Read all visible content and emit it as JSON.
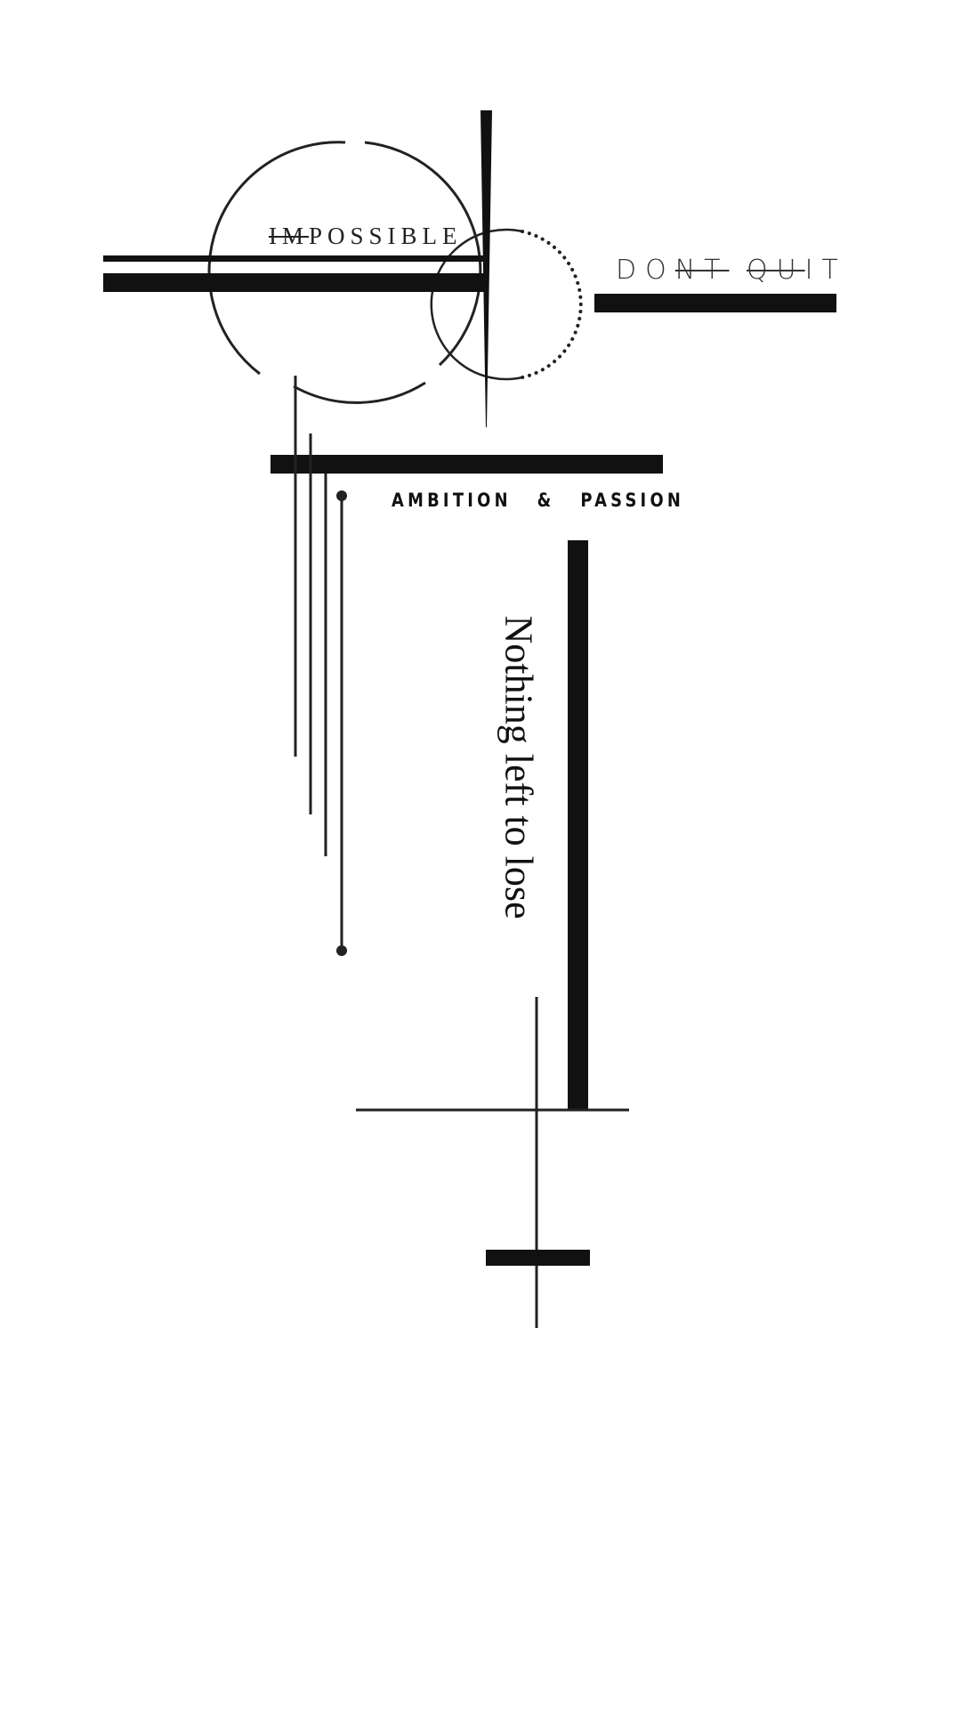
{
  "texts": {
    "impossible_struck": "IM",
    "impossible_rest": "POSSIBLE",
    "dont_part1": "DO",
    "dont_struck": "NT",
    "space": " ",
    "quit_struck": "QU",
    "quit_rest": "IT",
    "ambition": "AMBITION",
    "ampersand": "&",
    "passion": "PASSION",
    "nothing": "Nothing left to lose"
  },
  "colors": {
    "ink": "#111111",
    "background": "#ffffff"
  }
}
